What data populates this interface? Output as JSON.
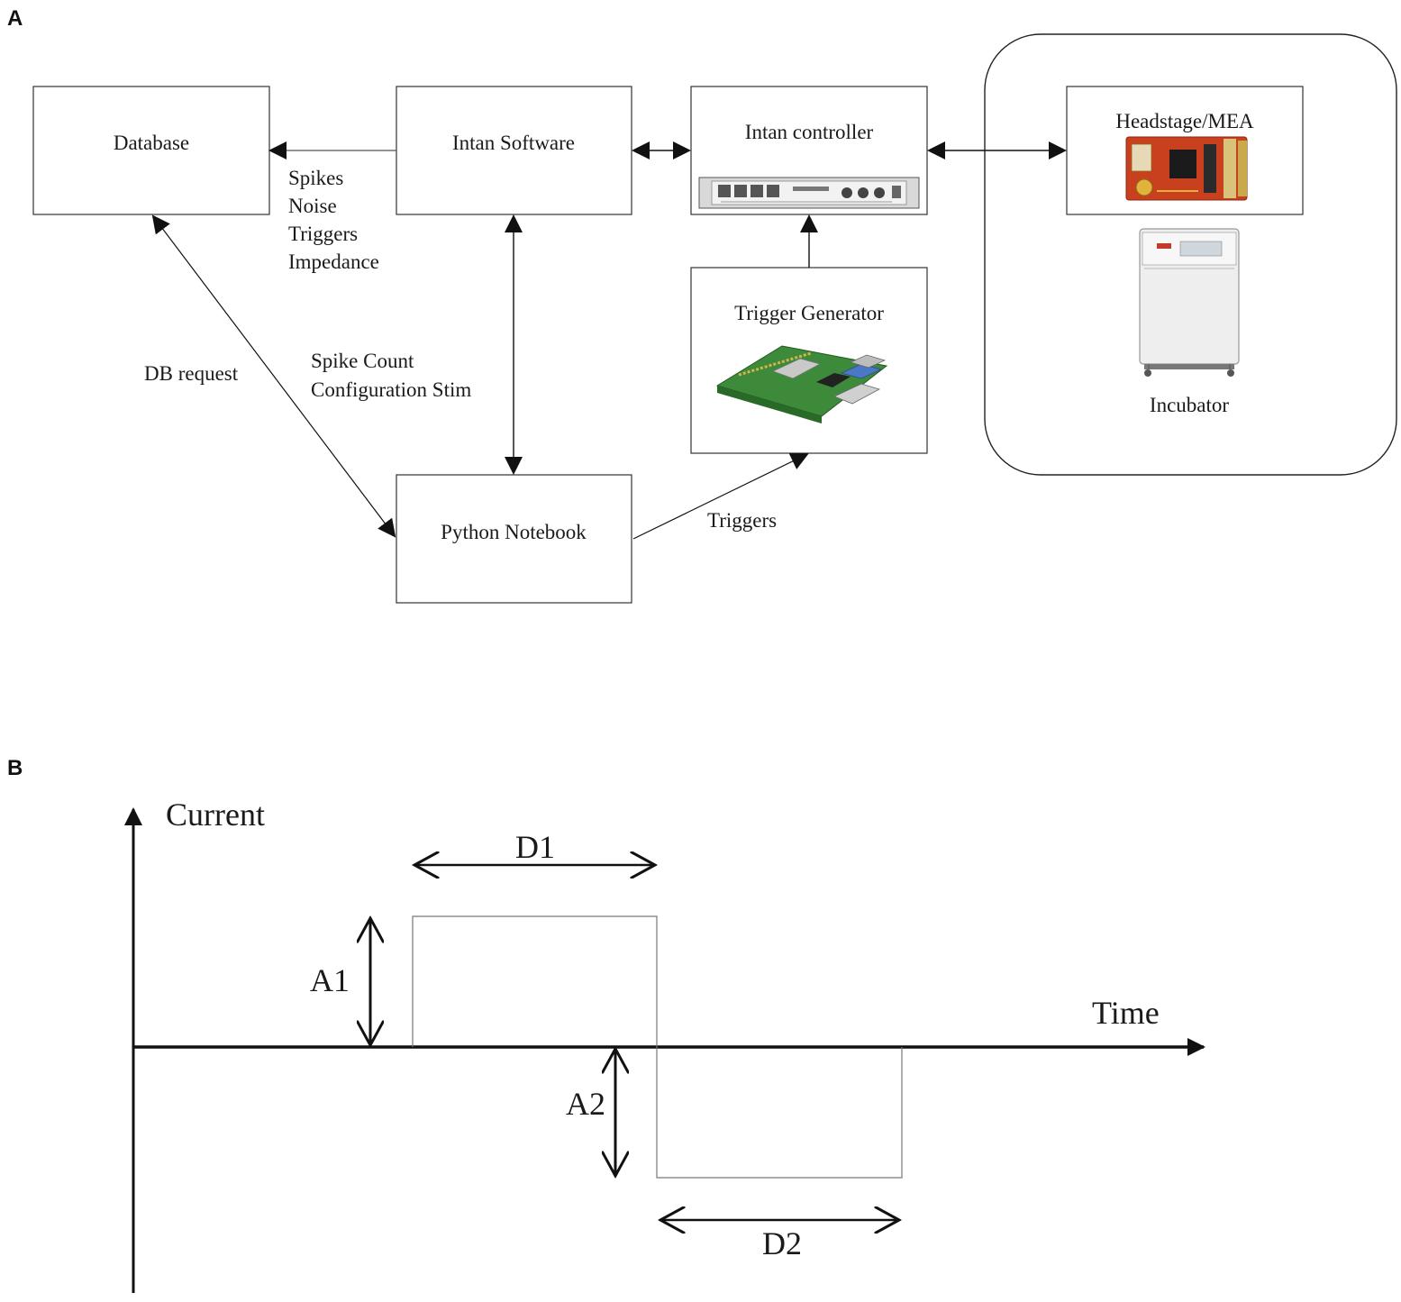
{
  "panel_a": {
    "label": "A",
    "boxes": {
      "database": "Database",
      "intan_software": "Intan Software",
      "intan_controller": "Intan controller",
      "headstage": "Headstage/MEA",
      "trigger_generator": "Trigger Generator",
      "python_notebook": "Python Notebook",
      "incubator": "Incubator"
    },
    "edge_labels": {
      "software_to_db": [
        "Spikes",
        "Noise",
        "Triggers",
        "Impedance"
      ],
      "db_request": "DB request",
      "software_notebook": [
        "Spike Count",
        "Configuration Stim"
      ],
      "notebook_to_trigger": "Triggers"
    }
  },
  "panel_b": {
    "label": "B",
    "y_axis": "Current",
    "x_axis": "Time",
    "amplitude_1": "A1",
    "amplitude_2": "A2",
    "duration_1": "D1",
    "duration_2": "D2"
  }
}
